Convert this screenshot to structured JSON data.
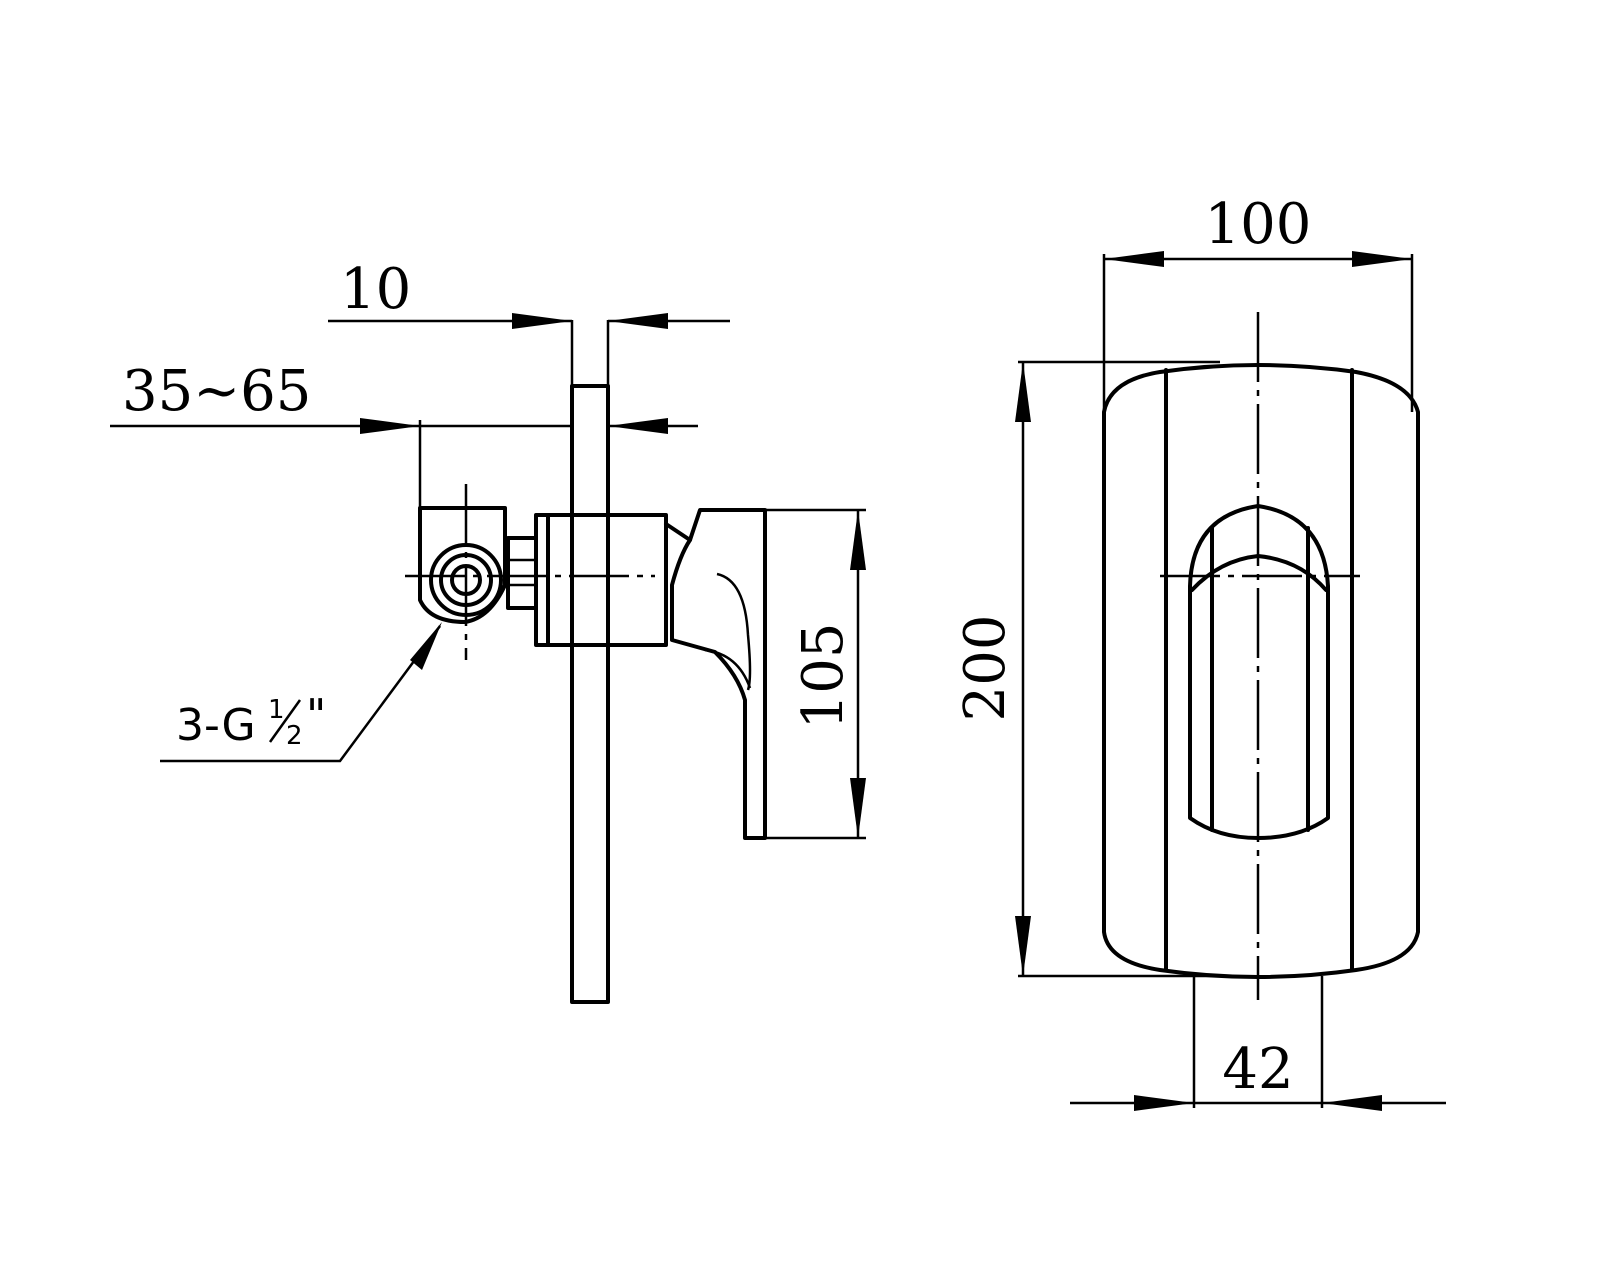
{
  "dimensions": {
    "side_thickness": "10",
    "side_depth_range": "35~65",
    "side_handle_height": "105",
    "front_width": "100",
    "front_height": "200",
    "front_handle_width": "42"
  },
  "callouts": {
    "thread_prefix": "3-G",
    "thread_num": "1",
    "thread_den": "2",
    "thread_suffix": "\""
  },
  "colors": {
    "line": "#000000",
    "background": "#ffffff"
  }
}
